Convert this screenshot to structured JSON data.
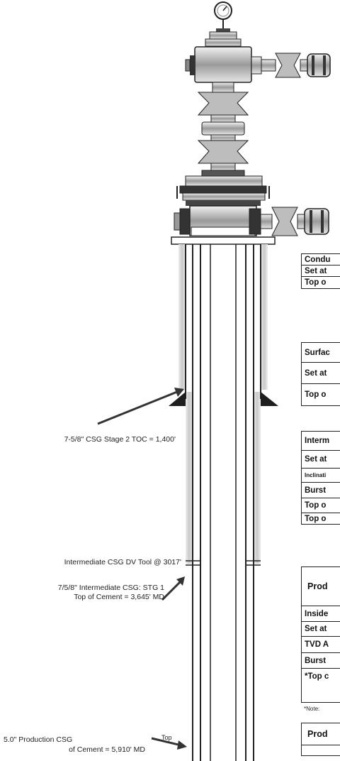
{
  "callouts": {
    "stage2_toc": "7-5/8\" CSG Stage 2 TOC = 1,400'",
    "dv_tool": "Intermediate CSG DV Tool @ 3017'",
    "stg1_line1": "7/5/8\" Intermediate CSG: STG 1",
    "stg1_line2": "Top of Cement = 3,645' MD",
    "prod_line1": "5.0\" Production CSG",
    "prod_line2": "of Cement = 5,910' MD",
    "prod_top_word": "Top"
  },
  "tables": {
    "conductor": [
      "Condu",
      "Set at",
      "Top o"
    ],
    "surface": [
      "Surfac",
      "Set at",
      "Top o"
    ],
    "intermediate": [
      "Interm",
      "Set at",
      "Inclinati",
      "Burst",
      "Top o",
      "Top o"
    ],
    "production": [
      "Prod",
      "Inside",
      "Set at",
      "TVD A",
      "Burst",
      "*Top c"
    ],
    "note": "*Note:",
    "production2": [
      "Prod"
    ]
  },
  "colors": {
    "line": "#222222",
    "cement": "#d7d7d7",
    "fill": "#1e1e1e",
    "valve": "#bdbdbd"
  }
}
